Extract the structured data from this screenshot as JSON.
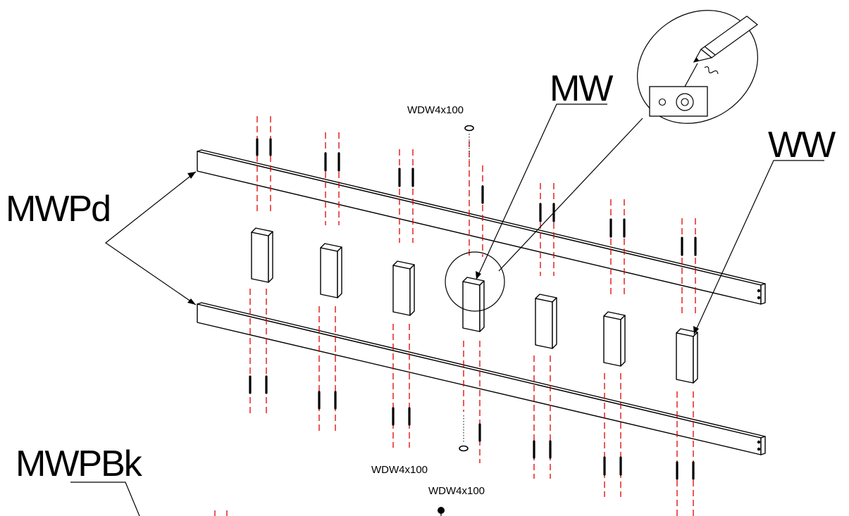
{
  "labels": {
    "mwpd": "MWPd",
    "mw": "MW",
    "ww": "WW",
    "mwpbk": "MWPBk",
    "wdw_top": "WDW4x100",
    "wdw_bottom": "WDW4x100",
    "wdw_lower": "WDW4x100"
  },
  "icons": {
    "detail_pencil": "pencil-icon",
    "detail_marking": "marked-piece-icon"
  },
  "colors": {
    "line": "#000000",
    "dash": "#e00000"
  }
}
